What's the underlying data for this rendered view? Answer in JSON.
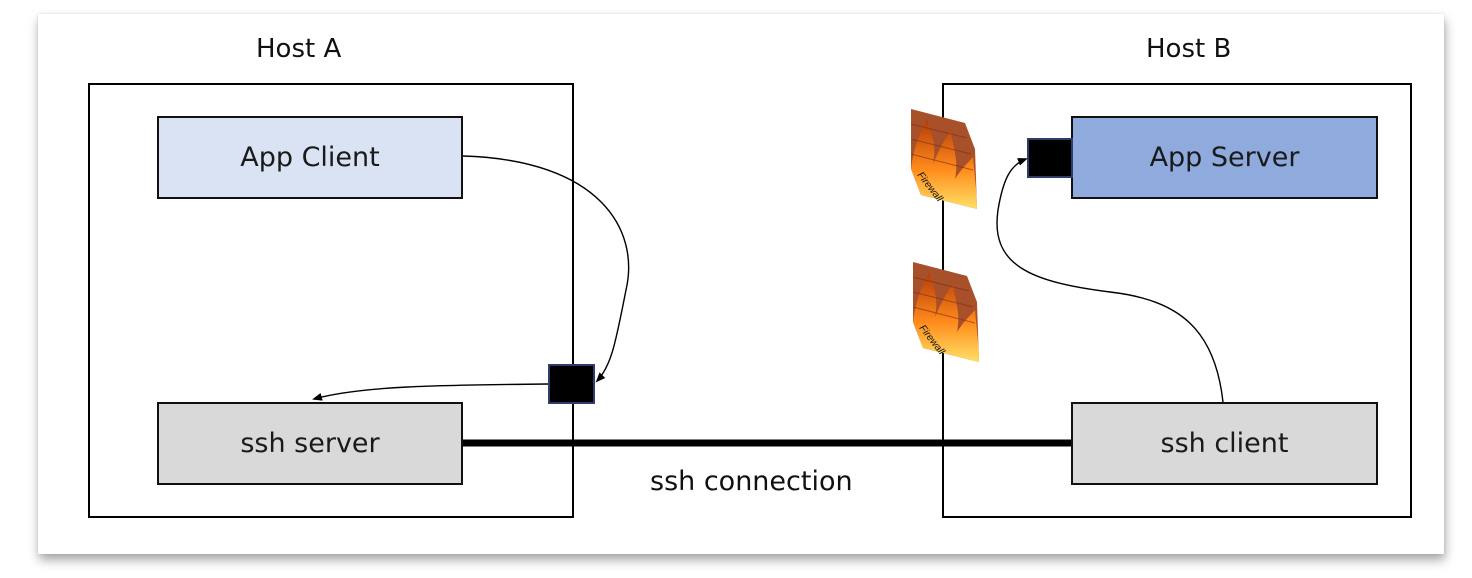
{
  "host_a": {
    "title": "Host A"
  },
  "host_b": {
    "title": "Host B"
  },
  "nodes": {
    "app_client": {
      "label": "App Client",
      "color": "#dae3f3"
    },
    "app_server": {
      "label": "App Server",
      "color": "#8faadc"
    },
    "ssh_server": {
      "label": "ssh server",
      "color": "#d9d9d9"
    },
    "ssh_client": {
      "label": "ssh client",
      "color": "#d9d9d9"
    }
  },
  "connection": {
    "label": "ssh connection"
  },
  "firewalls": [
    {
      "label": "Firewall",
      "icon": "firewall-icon"
    },
    {
      "label": "Firewall",
      "icon": "firewall-icon"
    }
  ],
  "ports": [
    {
      "icon": "port-square"
    },
    {
      "icon": "port-square"
    }
  ]
}
